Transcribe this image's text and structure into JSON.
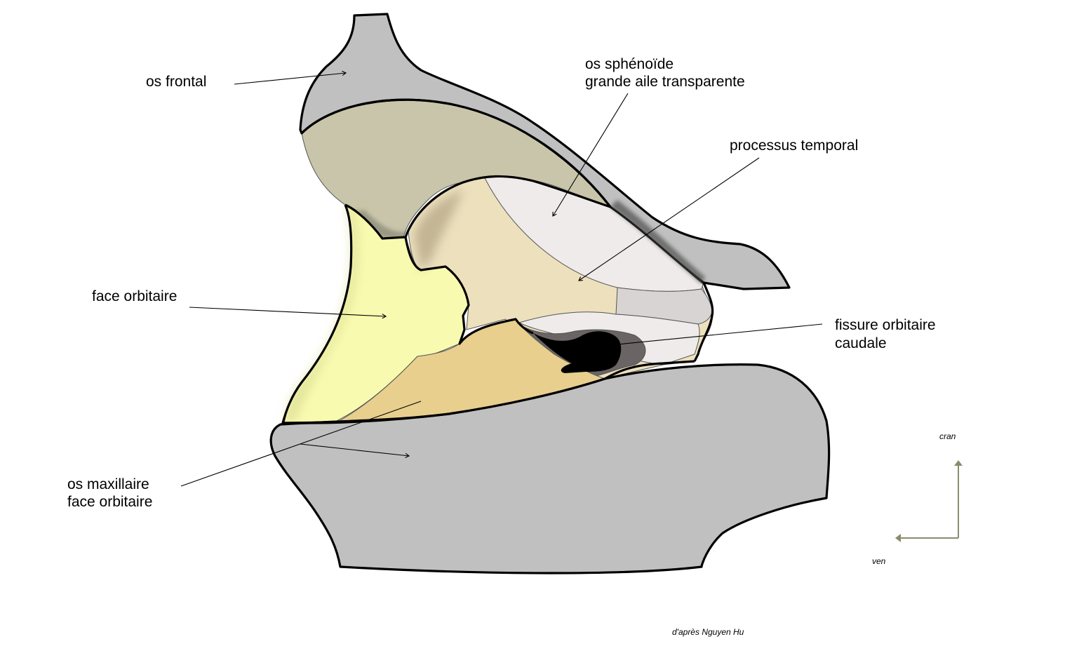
{
  "labels": {
    "os_frontal": "os frontal",
    "sphenoide_line1": "os sphénoïde",
    "sphenoide_line2": "grande aile transparente",
    "processus_temporal": "processus temporal",
    "face_orbitaire": "face orbitaire",
    "fissure_line1": "fissure orbitaire",
    "fissure_line2": "caudale",
    "maxillaire_line1": "os maxillaire",
    "maxillaire_line2": "face orbitaire"
  },
  "orientation": {
    "up": "cran",
    "left": "ven"
  },
  "credit": "d'après Nguyen Hu",
  "colors": {
    "grey_bone": "#c0c0c0",
    "khaki": "#c8c5aa",
    "yellow": "#f8fab0",
    "beige": "#ede0bd",
    "orange_tan": "#e8cf8e",
    "transparent_wing": "#efebeb",
    "fissure": "#000000",
    "arrow": "#8b8b6f"
  }
}
